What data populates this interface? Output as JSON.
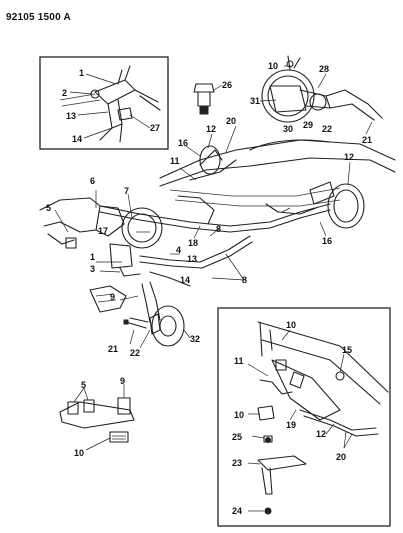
{
  "document_number": "92105 1500 A",
  "callouts": {
    "main_view": [
      "1",
      "3",
      "4",
      "5",
      "6",
      "7",
      "8",
      "8",
      "9",
      "11",
      "12",
      "12",
      "13",
      "14",
      "16",
      "16",
      "17",
      "18",
      "20",
      "21",
      "22",
      "32"
    ],
    "top_left_inset": [
      "1",
      "2",
      "13",
      "14",
      "27"
    ],
    "top_right_detail": [
      "10",
      "26",
      "28",
      "31",
      "30",
      "29",
      "22",
      "21"
    ],
    "bottom_left_detail": [
      "5",
      "9",
      "10"
    ],
    "bottom_right_inset": [
      "10",
      "11",
      "15",
      "10",
      "19",
      "12",
      "20",
      "25",
      "23",
      "24"
    ]
  }
}
